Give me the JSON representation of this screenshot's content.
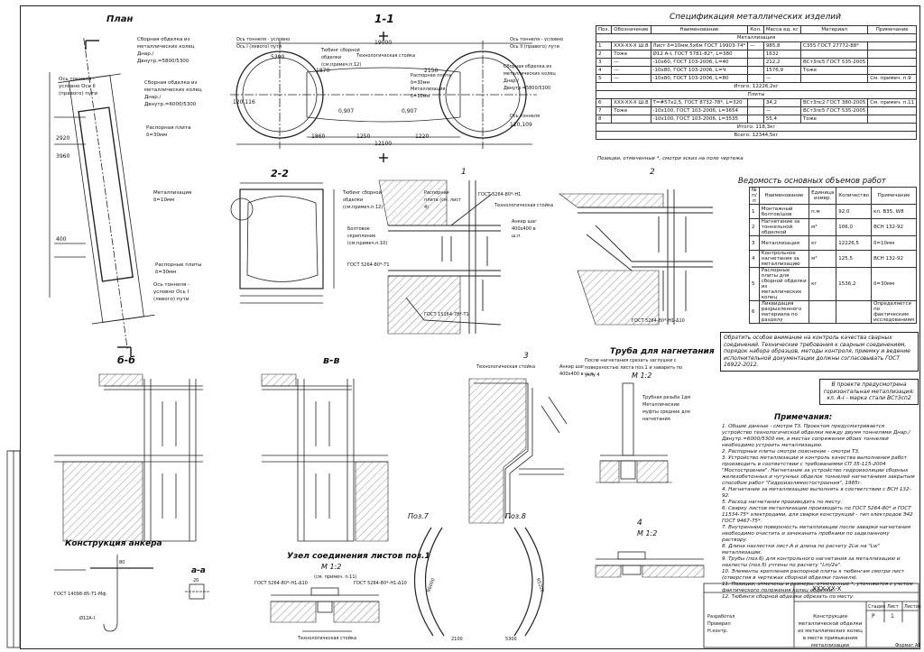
{
  "titles": {
    "plan": "План",
    "s11": "1-1",
    "s22": "2-2",
    "sbb": "б-б",
    "svv": "в-в",
    "n1": "1",
    "n2": "2",
    "n3": "3",
    "n4": "4",
    "pipe": "Труба для нагнетания",
    "pipe_scale": "М 1:2",
    "n4_scale": "М 1:2",
    "anchor": "Конструкция анкера",
    "aa": "а-а",
    "node": "Узел соединения листов поз.1",
    "node_scale": "М 1:2",
    "poz7": "Поз.7",
    "poz8": "Поз.8",
    "spec": "Спецификация металлических изделий",
    "works": "Ведомость основных объемов работ",
    "notes": "Примечания:"
  },
  "plan_labels": [
    "Сборная обделка из металлических колец Днар./Двнутр.=5800/5300",
    "Ось тоннеля - условно Ось II (правого) пути",
    "Сборная обделка из металлических колец Днар./Двнутр.=6000/5300",
    "Распорная плита δ=30мм",
    "Металлизация δ=10мм",
    "Ось тоннеля - условно Ось I (левого) пути",
    "Распорные плиты δ=30мм"
  ],
  "s11_labels": [
    "Ось тоннеля - условно Ось I (левого) пути",
    "Тюбинг сборной обделки (см.примеч.п.12)",
    "Технологическая стойка",
    "Распорная плита δ=30мм",
    "Металлизация δ=10мм",
    "Ось тоннеля - условно Ось II (правого) пути",
    "Сборная обделка из металлических колец Днар./Двнутр.=5800/5300",
    "Ось тоннеля"
  ],
  "dims": [
    "19000",
    "12100",
    "1870",
    "2150",
    "5300",
    "1860",
    "1250",
    "1220",
    "0,907",
    "0,907",
    "2920",
    "3960",
    "400",
    "120,116",
    "120,109"
  ],
  "detail_labels": [
    "Тюбинг сборной обделки (см.примеч.п.12)",
    "Распорная плита (см. лист 4)",
    "ГОСТ 5264-80*-Н1",
    "Технологическая стойка",
    "Анкер шаг 400х400 в ш.п.",
    "Болтовое скрепление (см.примеч.п.10)",
    "ГОСТ 5264-80*-Т1",
    "ГОСТ 15164-78*-Т1",
    "ГОСТ 5264-80*-Н1-Δ10"
  ],
  "spec_table": {
    "headers": [
      "Поз.",
      "Обозначение",
      "Наименование",
      "Кол.",
      "Масса ед. кг",
      "Материал",
      "Примечание"
    ],
    "sections": [
      {
        "title": "Металлизация",
        "rows": [
          [
            "1",
            "XXX-XX-X Ш.8",
            "Лист δ=10мм,5х6м ГОСТ 19903-74*",
            "—",
            "985,8",
            "С355 ГОСТ 27772-88*",
            ""
          ],
          [
            "2",
            "Тоже",
            "Ø12 А-I, ГОСТ 5781-82*, L=380",
            "",
            "1632",
            "",
            ""
          ],
          [
            "3",
            "—",
            "-10х60, ГОСТ 103-2006, L=40",
            "",
            "212,2",
            "ВСт3пс5 ГОСТ 535-2005",
            ""
          ],
          [
            "4",
            "—",
            "-10х80, ГОСТ 103-2006, L=Ч",
            "",
            "1576,9",
            "Тоже",
            ""
          ],
          [
            "5",
            "—",
            "-10х80, ГОСТ 103-2006, L=80",
            "",
            "—",
            "",
            "См. примеч. п.9"
          ]
        ],
        "total": "Итого: 12226,2кг"
      },
      {
        "title": "Плиты",
        "rows": [
          [
            "6",
            "XXX-XX-X Ш.8",
            "Т=#57х2,5, ГОСТ 8732-78*, L=320",
            "",
            "34,2",
            "ВСт3пс2 ГОСТ 380-2005",
            "См. примеч. п.11"
          ],
          [
            "7",
            "Тоже",
            "-10х100, ГОСТ 103-2006, L=3654",
            "",
            "—",
            "ВСт3пс5 ГОСТ 535-2005",
            ""
          ],
          [
            "8",
            "",
            "-10х100, ГОСТ 103-2006, L=3535",
            "",
            "55,4",
            "Тоже",
            ""
          ]
        ],
        "total": "Итого: 118,3кг"
      }
    ],
    "grand_total": "Всего: 12344,5кг",
    "footnote": "Позиции, отмеченные *, смотри эскиз на поле чертежа"
  },
  "works_table": {
    "headers": [
      "№ п/п",
      "Наименование",
      "Единица измер.",
      "Количество",
      "Примечание"
    ],
    "rows": [
      [
        "1",
        "Монтажный болтов/шов",
        "п.м",
        "92,0",
        "кл. В35, W8"
      ],
      [
        "2",
        "Нагнетание за тоннельной обделкой",
        "м³",
        "106,0",
        "ВСН 132-92"
      ],
      [
        "3",
        "Металлизация",
        "кг",
        "12226,5",
        "δ=10мм"
      ],
      [
        "4",
        "Контрольное нагнетание за металлизацию",
        "м³",
        "125,5",
        "ВСН 132-92"
      ],
      [
        "5",
        "Распорные плиты для сборной обделки из металлических колец",
        "кг",
        "1536,2",
        "δ=30мм"
      ],
      [
        "6",
        "Ликвидация разрыхленного материала по разделу",
        "",
        "",
        "Определяется по фактическим исследованиям"
      ]
    ]
  },
  "box_note": "Обратить особое внимание на контроль качества сварных соединений. Технические требования к сварным соединениям, порядок набора образцов, методы контроля, приемку и ведение исполнительной документации должны согласовывать ГОСТ 16922-2012.",
  "box_note2": "В проекте предусмотрена горизонтальная металлизация: кл. А-I - марка стали ВСт3сп2",
  "notes": [
    "1. Общие данные - смотри Т3. Проектом предусматривается устройство технологической обделки между двумя тоннелями Днар./Двнутр.=6000/5300 мм, в местах сопряжения обоих тоннелей необходимо устроить металлизацию.",
    "2. Распорные плиты смотри пояснение - смотри Т3.",
    "3. Устройство металлизации и контроль качества выполнения работ производить в соответствии с требованиями СП 35-115-2004 \"Мостостроение\". Нагнетание за устройство гидроизоляции сборных железобетонных и чугунных обделок тоннелей нагнетанием закрытым способом работ \"Гидроизолямостостроения\", 1985г.",
    "4. Нагнетание за металлизацию выполнять в соответствии с ВСН 132-92.",
    "5. Расход нагнетания производить по месту.",
    "6. Сварку листов металлизации производить по ГОСТ 5264-80* и ГОСТ 11534-75* электродами, для сварки конструкций - тип электродов Э42 ГОСТ 9467-75*.",
    "7. Внутреннюю поверхность металлизации после заварки нагнетания необходимо очистить и зачеканить пробками по заделанному раствору.",
    "8. Длина нахлестки лист.А и длина по расчету 2Lw на \"Lw\" металлизации.",
    "9. Трубы (поз.6) для контрольного нагнетания за металлизацию и нахлесты (поз.5) учтены по расчету \"Lm/2e\".",
    "10. Элементы крепления распорной плиты к тюбингам смотри лист (отверстия в чертежах сборной обделки тоннеля).",
    "11. Позиции, отмечены и размеры, отмеченные *, уточняются с учетом фактического положения колец обделки.",
    "12. Тюбинги сборной обделки обрезать по месту."
  ],
  "pipe_labels": [
    "Трубная резьба 1дм Металлические муфты средние для нагнетания",
    "После нагнетания срезать заглушки с поверхностью листа поз.1 и заварить по узлу 4",
    "Технологическая стойка",
    "Анкер шаг 400х400 в ш.п."
  ],
  "title_block": {
    "code": "XXX-XX-X",
    "desc": "Конструкция металлической обделки из металлических колец в месте примыкания металлизации",
    "stage_label": "Стадия",
    "stage": "Р",
    "sheet_label": "Лист",
    "sheet": "1",
    "sheets_label": "Листов",
    "format": "Формат А1",
    "roles": [
      "Разработал",
      "Проверил",
      "Н.контр."
    ]
  },
  "anchor_labels": [
    "ГОСТ 14098-85-Т1-Мф",
    "Ø12А-I",
    "80",
    "20"
  ],
  "node_labels": [
    "ГОСТ 5264-80*-Н1-Δ10",
    "ГОСТ 5264-80*-Н1-Δ10",
    "(см. примеч. п.11)",
    "Технологическая стойка"
  ],
  "poz_dims": [
    "R6000",
    "R5200",
    "2100",
    "5300"
  ]
}
